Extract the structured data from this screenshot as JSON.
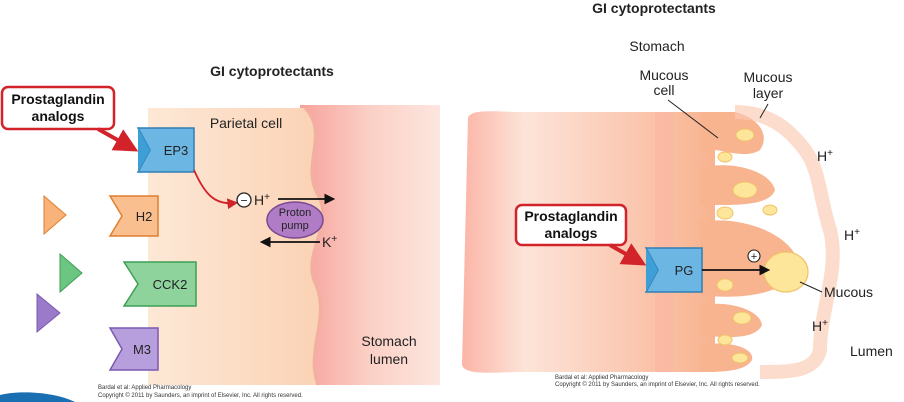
{
  "left": {
    "title": "GI cytoprotectants",
    "callout": [
      "Prostaglandin",
      "analogs"
    ],
    "parietal_label": "Parietal cell",
    "receptors": [
      "EP3",
      "H2",
      "CCK2",
      "M3"
    ],
    "proton_pump": [
      "Proton",
      "pump"
    ],
    "ion_h": "H+",
    "ion_k": "K+",
    "inhibit_symbol": "−",
    "lumen_label": [
      "Stomach",
      "lumen"
    ],
    "copyright": [
      "Bardal et al: Applied Pharmacology",
      "Copyright © 2011 by Saunders, an imprint of Elsevier, Inc. All rights reserved."
    ]
  },
  "right": {
    "title": "GI cytoprotectants",
    "stomach": "Stomach",
    "mucous_cell": [
      "Mucous",
      "cell"
    ],
    "mucous_layer": [
      "Mucous",
      "layer"
    ],
    "callout": [
      "Prostaglandin",
      "analogs"
    ],
    "receptor": "PG",
    "stimulate_symbol": "+",
    "mucous": "Mucous",
    "ions": [
      "H+",
      "H+",
      "H+"
    ],
    "lumen": "Lumen",
    "copyright": [
      "Bardal et al: Applied Pharmacology",
      "Copyright © 2011 by Saunders, an imprint of Elsevier, Inc. All rights reserved."
    ]
  },
  "colors": {
    "callout_border": "#d2232a",
    "receptor_blue": "#3e9fd6",
    "receptor_orange": "#f7a35c",
    "receptor_green": "#4fbf6a",
    "receptor_purple": "#9b7ac9",
    "pump": "#b07cc6",
    "tissue": "#fbd3bd",
    "lumen": "#f6a7a0"
  }
}
